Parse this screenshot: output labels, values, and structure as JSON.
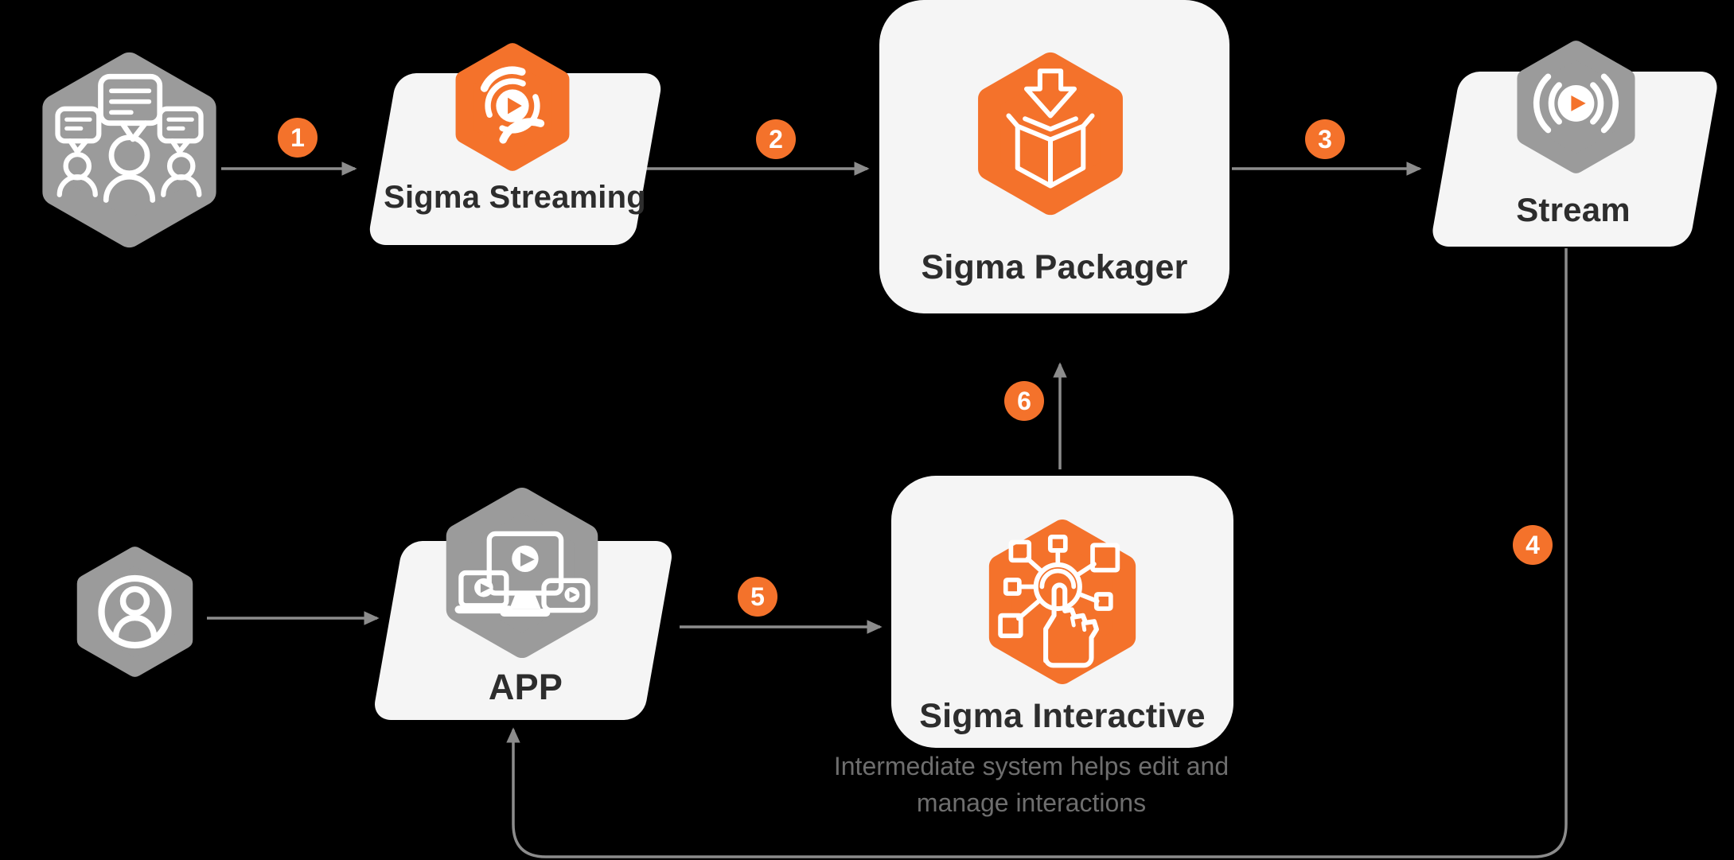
{
  "diagram": {
    "background": "#000000",
    "colors": {
      "bg": "#000000",
      "orange": "#F4722B",
      "gray": "#9B9B9B",
      "card": "#F5F5F5",
      "arrow": "#8C8C8C",
      "title": "#2D2D2D",
      "caption": "#6E6E6E"
    },
    "nodes": {
      "audience": {
        "icon": "audience-chat-icon"
      },
      "sigma_streaming": {
        "label": "Sigma Streaming",
        "icon": "sigma-streaming-icon"
      },
      "sigma_packager": {
        "label": "Sigma Packager",
        "icon": "sigma-packager-box-icon"
      },
      "stream": {
        "label": "Stream",
        "icon": "stream-broadcast-icon"
      },
      "user": {
        "icon": "user-icon"
      },
      "app": {
        "label": "APP",
        "icon": "app-devices-icon"
      },
      "sigma_interactive": {
        "label": "Sigma Interactive",
        "icon": "sigma-interactive-touch-icon",
        "caption": [
          "Intermediate system helps edit and",
          "manage interactions"
        ]
      }
    },
    "badges": [
      {
        "label": "1"
      },
      {
        "label": "2"
      },
      {
        "label": "3"
      },
      {
        "label": "4"
      },
      {
        "label": "5"
      },
      {
        "label": "6"
      }
    ]
  }
}
